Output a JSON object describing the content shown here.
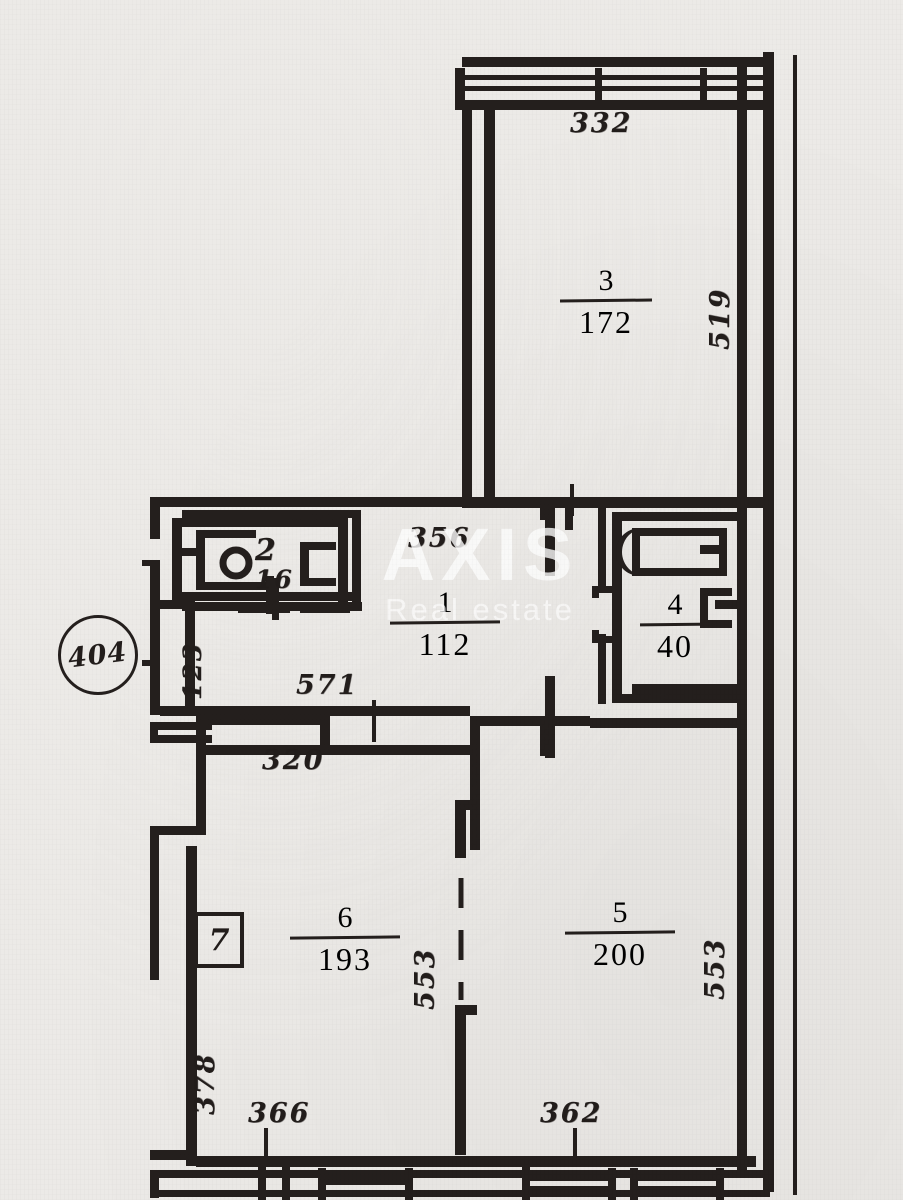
{
  "document": {
    "type": "apartment-floor-plan",
    "apartment_number": "404",
    "stair_marker": "7"
  },
  "watermark": {
    "main": "AXIS",
    "sub": "Real estate"
  },
  "rooms": [
    {
      "id": "room-1",
      "number": "1",
      "area": "112"
    },
    {
      "id": "room-2",
      "number": "2",
      "area": "16"
    },
    {
      "id": "room-3",
      "number": "3",
      "area": "172"
    },
    {
      "id": "room-4",
      "number": "4",
      "area": "40"
    },
    {
      "id": "room-5",
      "number": "5",
      "area": "200"
    },
    {
      "id": "room-6",
      "number": "6",
      "area": "193"
    }
  ],
  "dimensions": {
    "top_room3_width": "332",
    "right_room3_height": "519",
    "corridor_width": "356",
    "corridor_length": "571",
    "left_vertical_123": "123",
    "left_segment_320": "320",
    "room6_left_height": "378",
    "room6_right_height": "553",
    "room5_right_height": "553",
    "room6_bottom_width": "366",
    "room5_bottom_width": "362"
  }
}
